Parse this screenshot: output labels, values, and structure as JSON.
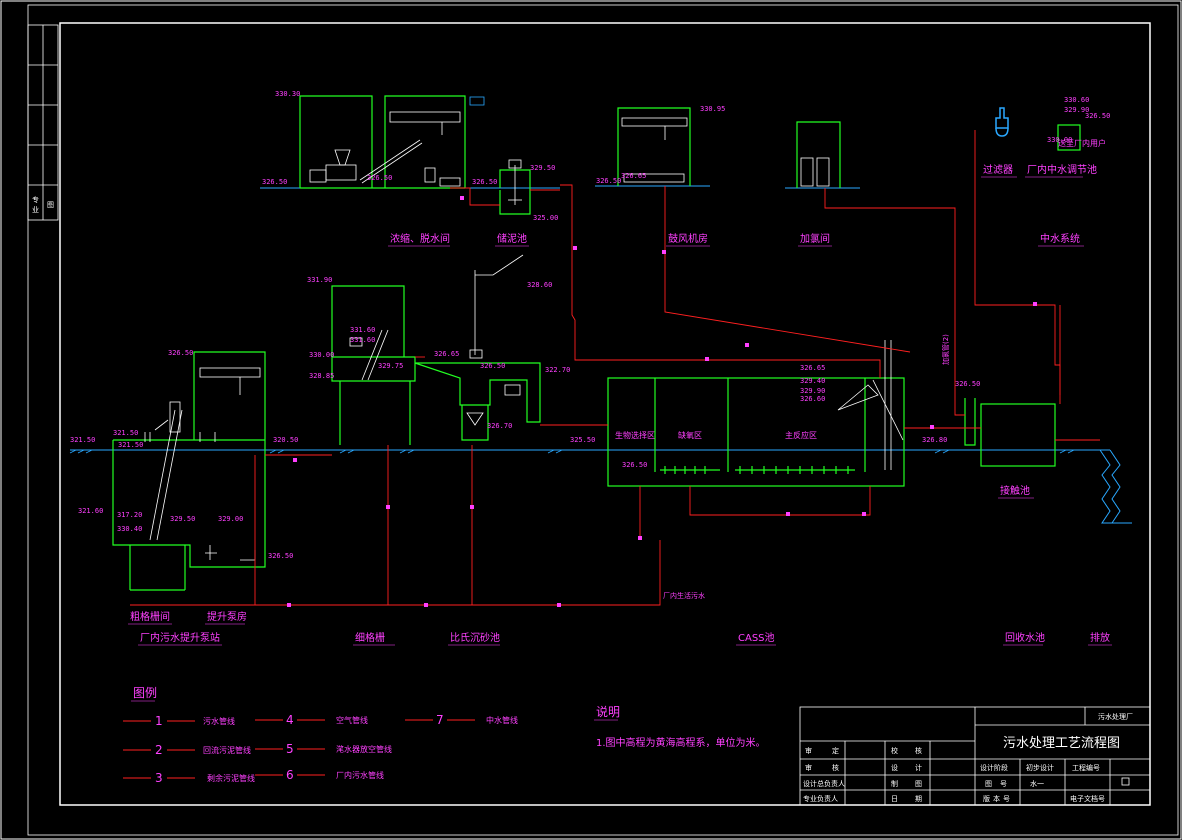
{
  "colors": {
    "background": "#000000",
    "frame": "#ffffff",
    "structure": "#22ff22",
    "pipe": "#ff2020",
    "label": "#ff40ff",
    "ground": "#2aa8ff",
    "equipment": "#ffffff"
  },
  "units": [
    {
      "id": "thickener",
      "label": "浓缩、脱水间"
    },
    {
      "id": "sludge",
      "label": "储泥池"
    },
    {
      "id": "blower",
      "label": "鼓风机房"
    },
    {
      "id": "chlorine",
      "label": "加氯间"
    },
    {
      "id": "reuse",
      "label": "中水系统"
    },
    {
      "id": "filter",
      "label": "过滤器"
    },
    {
      "id": "reuse_tank",
      "label": "厂内中水调节池"
    },
    {
      "id": "coarse",
      "label": "粗格栅间"
    },
    {
      "id": "pump",
      "label": "提升泵房"
    },
    {
      "id": "station",
      "label": "厂内污水提升泵站"
    },
    {
      "id": "fine",
      "label": "细格栅"
    },
    {
      "id": "grit",
      "label": "比氏沉砂池"
    },
    {
      "id": "cass",
      "label": "CASS池"
    },
    {
      "id": "contact",
      "label": "接触池"
    },
    {
      "id": "recycle",
      "label": "回收水池"
    },
    {
      "id": "outfall",
      "label": "排放"
    }
  ],
  "zones": {
    "z1": "生物选择区",
    "z2": "缺氧区",
    "z3": "主反应区"
  },
  "annotations": {
    "to_user": "送至厂内用户",
    "factory_sewage": "厂内生活污水",
    "pipe_vert": "加氯管(2)"
  },
  "elevations": {
    "e1": "330.30",
    "e2": "326.50",
    "e3": "326.50",
    "e4": "329.50",
    "e5": "326.50",
    "e6": "325.00",
    "e7": "330.95",
    "e8": "326.50",
    "e9": "326.65",
    "e10": "330.60",
    "e11": "326.50",
    "e12": "330.00",
    "e13": "329.90",
    "e14": "328.60",
    "e15": "331.90",
    "e16": "331.60",
    "e17": "331.60",
    "e18": "330.00",
    "e19": "329.75",
    "e20": "328.85",
    "e21": "326.65",
    "e22": "322.70",
    "e23": "326.50",
    "e24": "326.70",
    "e25": "326.50",
    "e26": "321.50",
    "e27": "321.50",
    "e28": "321.50",
    "e29": "320.50",
    "e30": "321.60",
    "e31": "317.20",
    "e32": "330.40",
    "e33": "329.50",
    "e34": "329.00",
    "e35": "326.50",
    "e36": "325.50",
    "e37": "326.50",
    "e38": "326.65",
    "e39": "329.40",
    "e40": "329.90",
    "e41": "326.60",
    "e42": "326.80",
    "e43": "326.50"
  },
  "legend": {
    "title": "图例",
    "items": [
      {
        "num": "1",
        "label": "污水管线"
      },
      {
        "num": "2",
        "label": "回流污泥管线"
      },
      {
        "num": "3",
        "label": "剩余污泥管线"
      },
      {
        "num": "4",
        "label": "空气管线"
      },
      {
        "num": "5",
        "label": "滗水器放空管线"
      },
      {
        "num": "6",
        "label": "厂内污水管线"
      },
      {
        "num": "7",
        "label": "中水管线"
      }
    ]
  },
  "notes": {
    "title": "说明",
    "text": "1.图中高程为黄海高程系，单位为米。"
  },
  "title_block": {
    "company": "污水处理厂",
    "drawing_title": "污水处理工艺流程图",
    "r1": [
      "审",
      "定",
      "校",
      "核"
    ],
    "r2": [
      "审",
      "核",
      "设",
      "计"
    ],
    "r3": [
      "设计总负责人",
      "制",
      "图"
    ],
    "r4": [
      "专业负责人",
      "日",
      "期"
    ],
    "h1": "设计阶段",
    "h2": "初步设计",
    "h3": "工程编号",
    "h4": "图",
    "h5": "号",
    "h6": "水一",
    "h7": "版",
    "h8": "本",
    "h9": "号",
    "h10": "电子文档号"
  },
  "side_strip": {
    "t1": "专",
    "t2": "业",
    "t3": "图"
  }
}
